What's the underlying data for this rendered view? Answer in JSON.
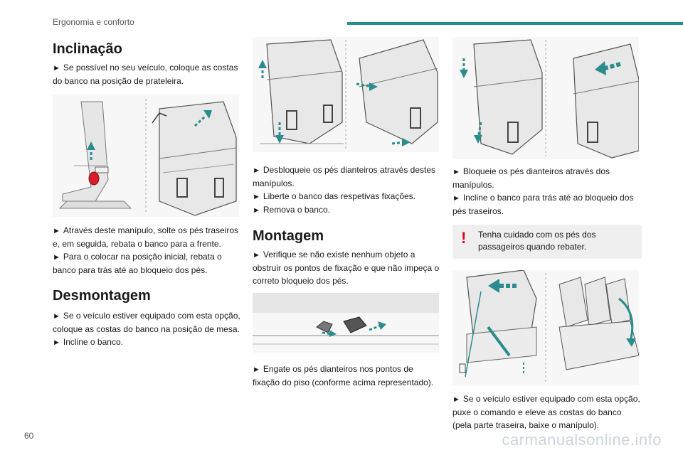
{
  "header": {
    "section_title": "Ergonomia e conforto"
  },
  "colors": {
    "accent": "#2a8c8c",
    "warning": "#e3001b"
  },
  "col1": {
    "title_inclinacao": "Inclinação",
    "step1": "Se possível no seu veículo, coloque as costas do banco na posição de prateleira.",
    "step2": "Através deste manípulo, solte os pés traseiros e, em seguida, rebata o banco para a frente.",
    "step3": "Para o colocar na posição inicial, rebata o banco para trás até ao bloqueio dos pés.",
    "title_desmontagem": "Desmontagem",
    "step4": "Se o veículo estiver equipado com esta opção, coloque as costas do banco na posição de mesa.",
    "step5": "Incline o banco."
  },
  "col2": {
    "step1": "Desbloqueie os pés dianteiros através destes manípulos.",
    "step2": "Liberte o banco das respetivas fixações.",
    "step3": "Remova o banco.",
    "title_montagem": "Montagem",
    "step4": "Verifique se não existe nenhum objeto a obstruir os pontos de fixação e que não impeça o correto bloqueio dos pés.",
    "step5": "Engate os pés dianteiros nos pontos de fixação do piso (conforme acima representado)."
  },
  "col3": {
    "step1": "Bloqueie os pés dianteiros através dos manípulos.",
    "step2": "Incline o banco para trás até ao bloqueio dos pés traseiros.",
    "warning": "Tenha cuidado com os pés dos passageiros quando rebater.",
    "step3": "Se o veículo estiver equipado com esta opção, puxe o comando e eleve as costas do banco (pela parte traseira, baixe o manípulo)."
  },
  "footer": {
    "page_number": "60",
    "watermark": "carmanualsonline.info"
  },
  "bullet_glyph": "►",
  "warning_glyph": "!"
}
